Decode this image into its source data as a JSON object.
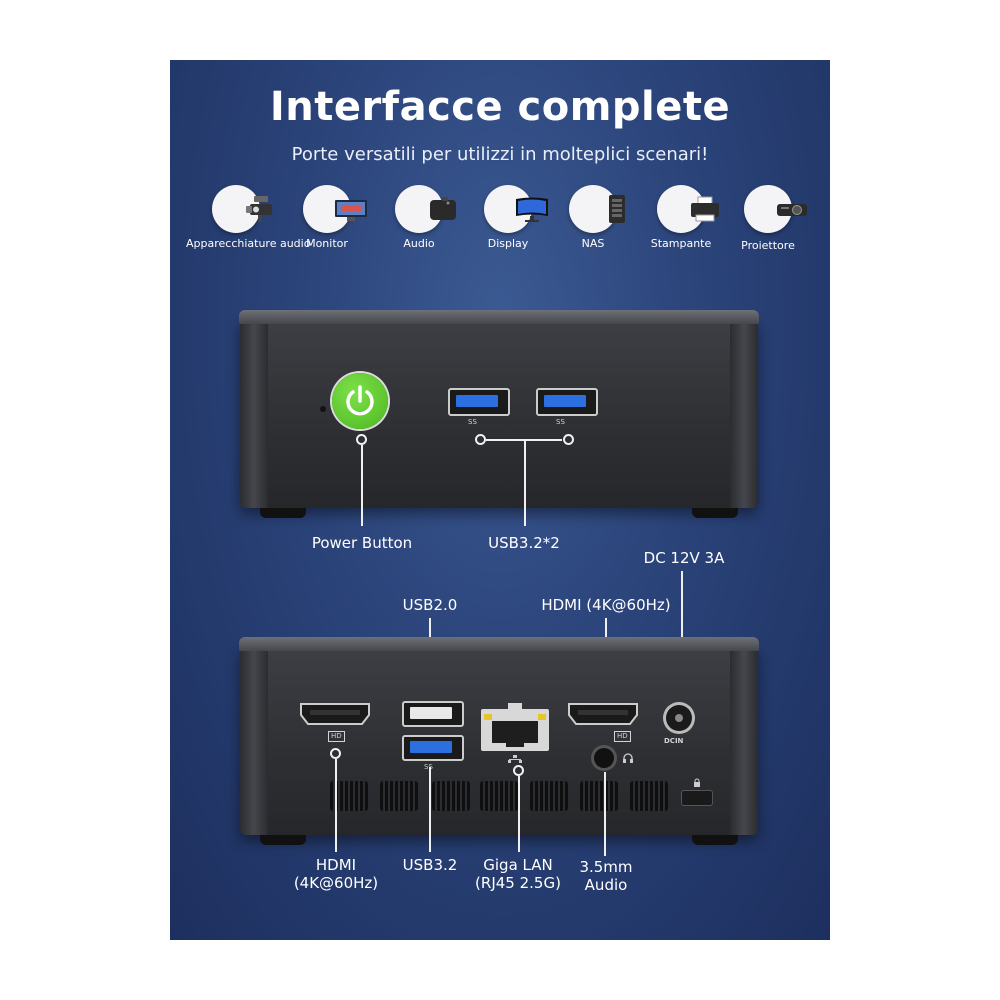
{
  "header": {
    "title": "Interfacce complete",
    "subtitle": "Porte versatili per utilizzi in molteplici scenari!"
  },
  "applications": [
    {
      "label": "Apparecchiature audio",
      "icon": "security-camera-icon"
    },
    {
      "label": "Monitor",
      "icon": "monitor-icon"
    },
    {
      "label": "Audio",
      "icon": "speaker-icon"
    },
    {
      "label": "Display",
      "icon": "display-icon"
    },
    {
      "label": "NAS",
      "icon": "nas-icon"
    },
    {
      "label": "Stampante",
      "icon": "printer-icon"
    },
    {
      "label": "Proiettore",
      "icon": "projector-icon"
    }
  ],
  "front_panel": {
    "power_label": "Power Button",
    "usb_label": "USB3.2*2",
    "usb_port_mark": "SS"
  },
  "rear_panel": {
    "dc_label": "DC 12V 3A",
    "usb20_label": "USB2.0",
    "hdmi_top_label": "HDMI (4K@60Hz)",
    "hdmi_left_line1": "HDMI",
    "hdmi_left_line2": "(4K@60Hz)",
    "usb32_label": "USB3.2",
    "lan_line1": "Giga LAN",
    "lan_line2": "(RJ45 2.5G)",
    "audio_line1": "3.5mm",
    "audio_line2": "Audio",
    "hd_mark": "HD",
    "dcin_mark": "DCIN",
    "usb_port_mark": "SS"
  },
  "colors": {
    "background": "#2a4379",
    "power_button": "#5cc82a",
    "usb_blue": "#2b6fe0",
    "lan_led": "#e6c52a"
  }
}
